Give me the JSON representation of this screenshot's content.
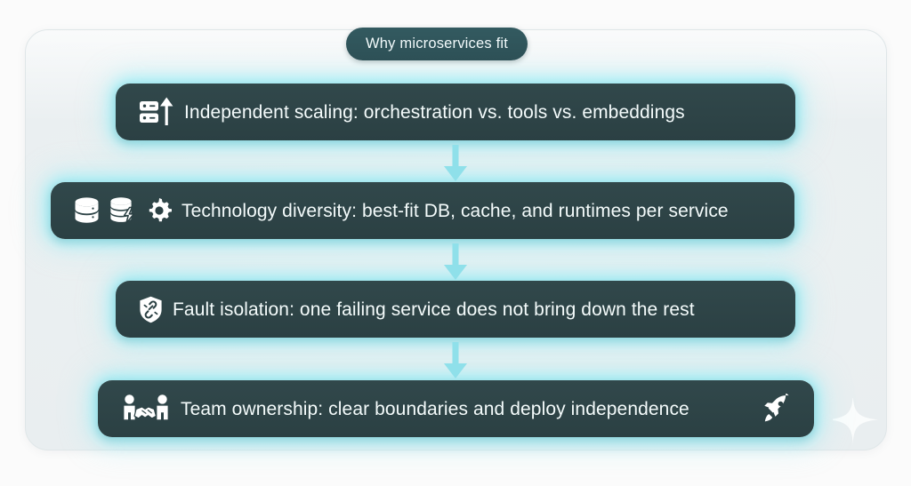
{
  "title": {
    "label": "Why microservices fit"
  },
  "colors": {
    "page_background": "#fbfbfb",
    "card_background": "#e9eef0",
    "pill_fill": "#2d4448",
    "title_pill_fill": "#2e5157",
    "glow": "#7ceaf5",
    "arrow": "#8fe0ea",
    "text": "#f4fbfb"
  },
  "flow": {
    "steps": [
      {
        "label": "Independent scaling: orchestration vs. tools vs. embeddings",
        "leading_icons": [
          "server-rack-up-arrow-icon"
        ],
        "trailing_icons": []
      },
      {
        "label": "Technology diversity: best-fit DB, cache, and runtimes per service",
        "leading_icons": [
          "database-icon",
          "cache-database-bolt-icon",
          "gear-icon"
        ],
        "trailing_icons": []
      },
      {
        "label": "Fault isolation: one failing service does not bring down the rest",
        "leading_icons": [
          "shield-broken-link-icon"
        ],
        "trailing_icons": []
      },
      {
        "label": "Team ownership: clear boundaries and deploy independence",
        "leading_icons": [
          "handshake-team-icon"
        ],
        "trailing_icons": [
          "rocket-icon"
        ]
      }
    ],
    "connectors": [
      "down-arrow-icon",
      "down-arrow-icon",
      "down-arrow-icon"
    ]
  },
  "decoration": {
    "corner_sparkle": "sparkle-icon"
  }
}
